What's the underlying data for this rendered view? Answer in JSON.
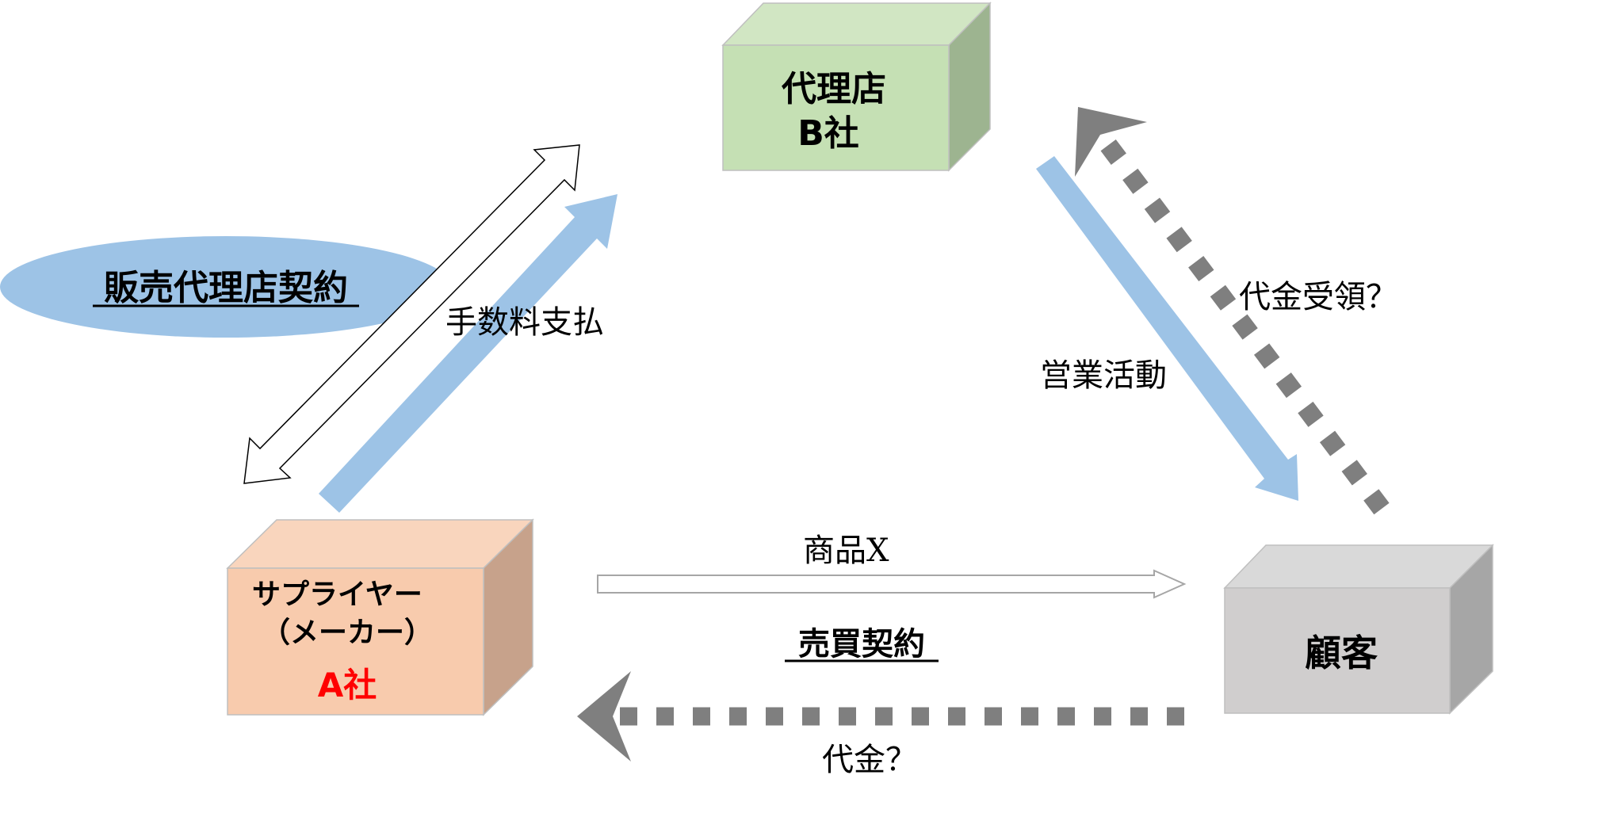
{
  "colors": {
    "agent_front": "#c5e0b4",
    "agent_top": "#d1e6c3",
    "agent_side": "#9db490",
    "supplier_front": "#f8cbad",
    "supplier_top": "#f9d5bd",
    "supplier_side": "#c7a28b",
    "customer_front": "#d0cece",
    "customer_top": "#d9d9d9",
    "customer_side": "#a6a6a6",
    "blue_shape": "#9dc3e6",
    "gray_dashed": "#7f7f7f",
    "outline_arrow": "#000000",
    "text": "#000000",
    "highlight_red": "#ff0000"
  },
  "nodes": {
    "agent": {
      "line1": "代理店",
      "line2": "B社"
    },
    "supplier": {
      "line1": "サプライヤー",
      "line2": "（メーカー）",
      "company": "A社"
    },
    "customer": {
      "label": "顧客"
    }
  },
  "contracts": {
    "agency_contract": "販売代理店契約",
    "sales_contract": "売買契約"
  },
  "flows": {
    "commission_payment": "手数料支払",
    "sales_activity": "営業活動",
    "payment_receipt": "代金受領？",
    "product": "商品X",
    "payment": "代金？"
  }
}
